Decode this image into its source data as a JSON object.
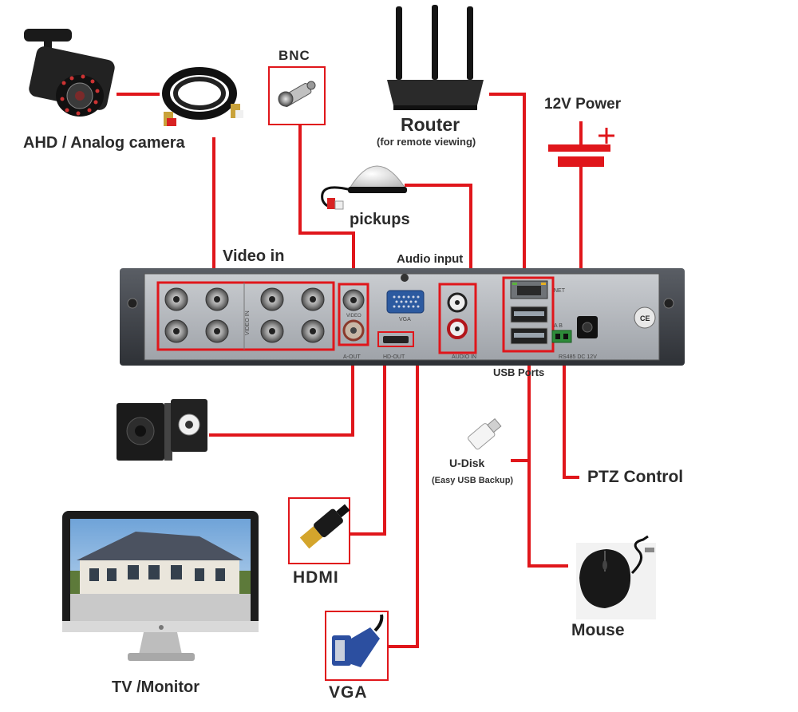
{
  "labels": {
    "camera": "AHD / Analog camera",
    "bnc": "BNC",
    "router": "Router",
    "router_sub": "(for remote viewing)",
    "power": "12V Power",
    "pickups": "pickups",
    "video_in": "Video in",
    "audio_input": "Audio input",
    "usb_ports": "USB Ports",
    "udisk": "U-Disk",
    "udisk_sub": "(Easy USB Backup)",
    "ptz": "PTZ Control",
    "hdmi": "HDMI",
    "mouse": "Mouse",
    "vga": "VGA",
    "monitor": "TV /Monitor"
  },
  "panel_print": {
    "video_in": "VIDEO IN",
    "video_out": "VIDEO",
    "vga": "VGA",
    "a_out": "A-OUT",
    "hd_out": "HD-OUT",
    "audio_in": "AUDIO IN",
    "net": "NET",
    "rs485": "A  B",
    "rs485_dc": "RS485  DC 12V"
  },
  "colors": {
    "wire": "#e0161b",
    "panel": "#3f4349",
    "panel_light": "#8d9198",
    "label": "#2b2b2b"
  }
}
